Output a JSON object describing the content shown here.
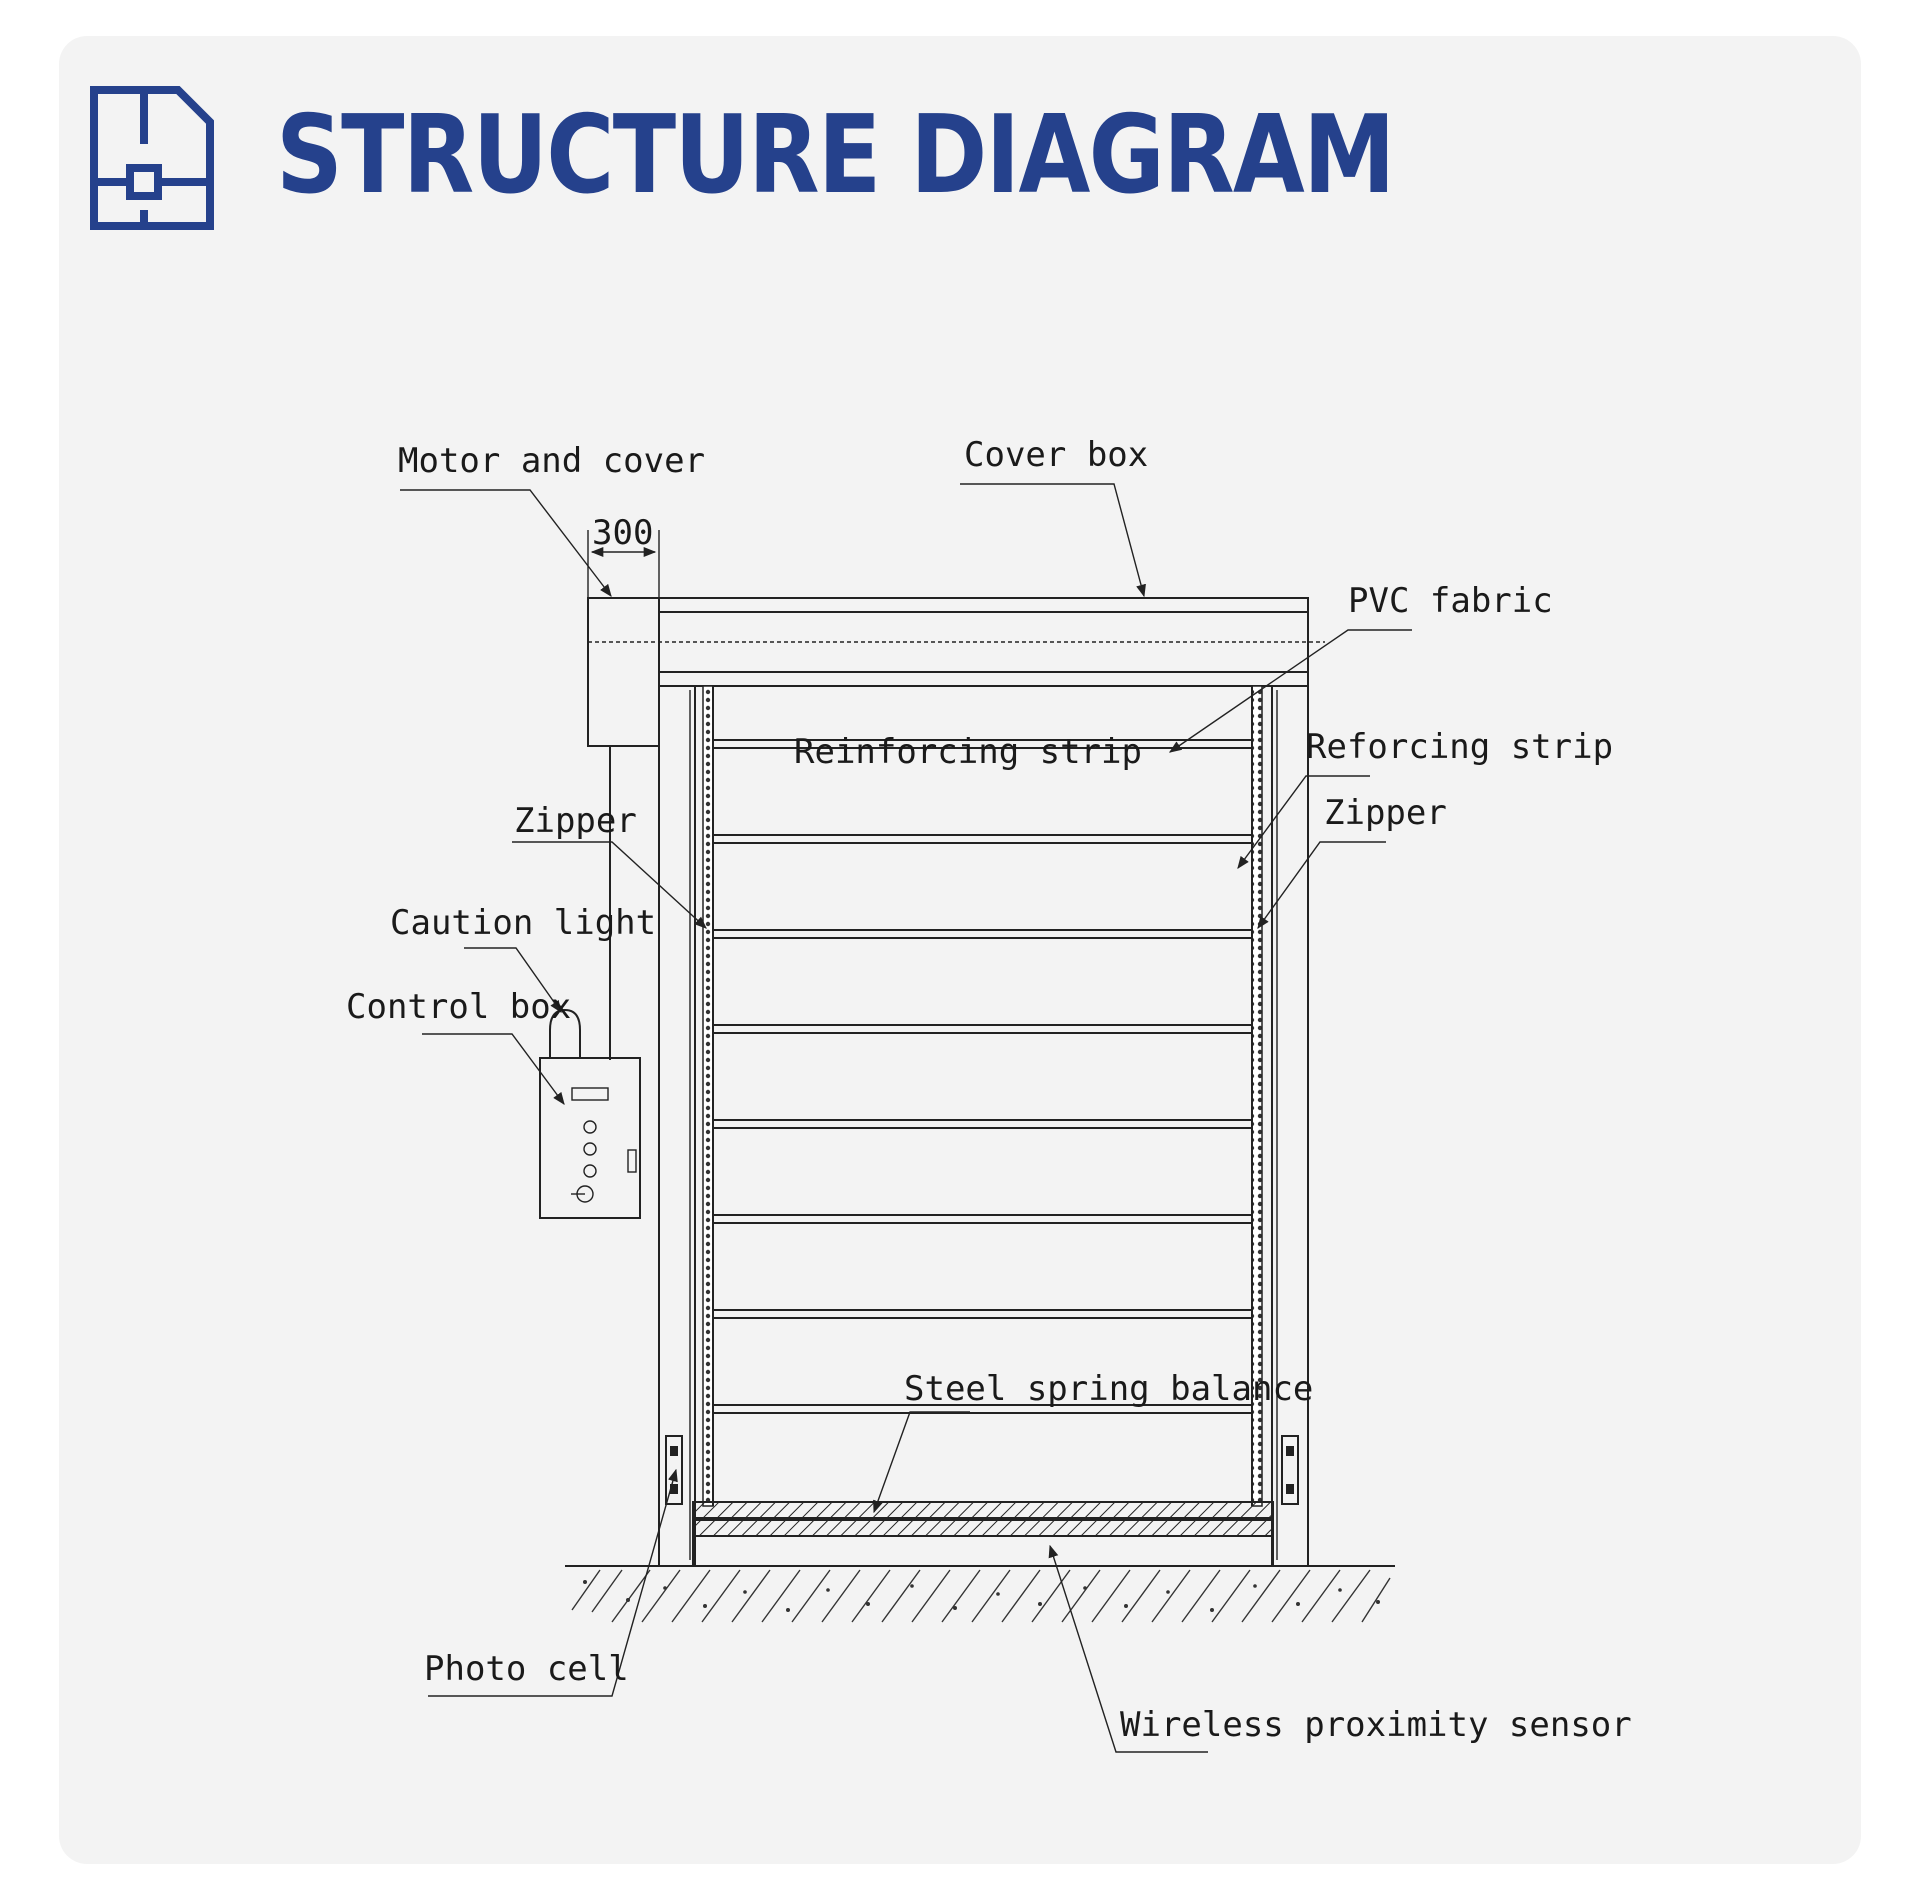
{
  "header": {
    "title": "STRUCTURE DIAGRAM",
    "icon": "floor-plan-icon",
    "accent_color": "#25418c"
  },
  "diagram": {
    "labels": {
      "motor_and_cover": "Motor and cover",
      "dimension": "300",
      "cover_box": "Cover box",
      "pvc_fabric": "PVC fabric",
      "reinforcing_strip": "Reinforcing strip",
      "reforcing_strip": "Reforcing strip",
      "zipper_left": "Zipper",
      "zipper_right": "Zipper",
      "caution_light": "Caution light",
      "control_box": "Control box",
      "steel_spring_balance": "Steel spring balance",
      "photo_cell": "Photo cell",
      "wireless_proximity_sensor": "Wireless proximity sensor"
    }
  }
}
